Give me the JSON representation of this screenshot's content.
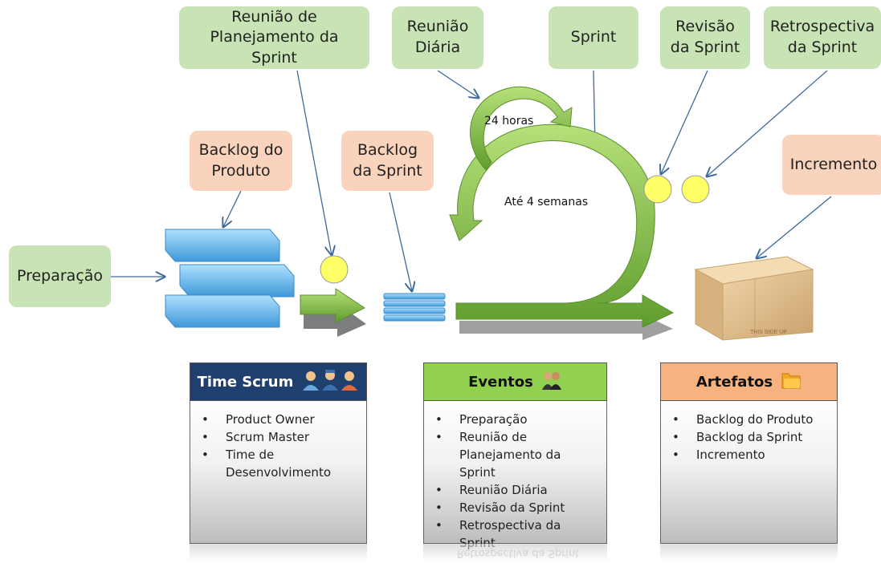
{
  "top_labels": {
    "planning": "Reunião de\nPlanejamento da Sprint",
    "daily": "Reunião\nDiária",
    "sprint": "Sprint",
    "review": "Revisão\nda Sprint",
    "retro": "Retrospectiva\nda Sprint"
  },
  "mid_labels": {
    "product_backlog": "Backlog do\nProduto",
    "sprint_backlog": "Backlog\nda Sprint",
    "increment": "Incremento",
    "preparation": "Preparação"
  },
  "cycle_labels": {
    "hours": "24 horas",
    "weeks": "Até 4 semanas"
  },
  "box_text": "THIS SIDE UP",
  "panels": {
    "team": {
      "title": "Time Scrum",
      "items": [
        "Product Owner",
        "Scrum Master",
        "Time de",
        "Desenvolvimento"
      ],
      "icon": "people-icon"
    },
    "events": {
      "title": "Eventos",
      "items": [
        "Preparação",
        "Reunião de",
        "Planejamento da Sprint",
        "Reunião Diária",
        "Revisão da Sprint",
        "Retrospectiva da Sprint"
      ],
      "reflection": "Retrospectiva da Sprint",
      "icon": "meeting-icon"
    },
    "artifacts": {
      "title": "Artefatos",
      "items": [
        "Backlog do Produto",
        "Backlog da Sprint",
        "Incremento"
      ],
      "icon": "folder-icon"
    }
  },
  "colors": {
    "green_box": "#c8e3b4",
    "peach_box": "#f9d3bb",
    "team_header": "#1f3f6e",
    "events_header": "#92d050",
    "artifacts_header": "#f7b27f",
    "arrow_green": "#7cb342",
    "backlog_blue": "#4fa9e3",
    "event_dot": "#ffff66"
  }
}
